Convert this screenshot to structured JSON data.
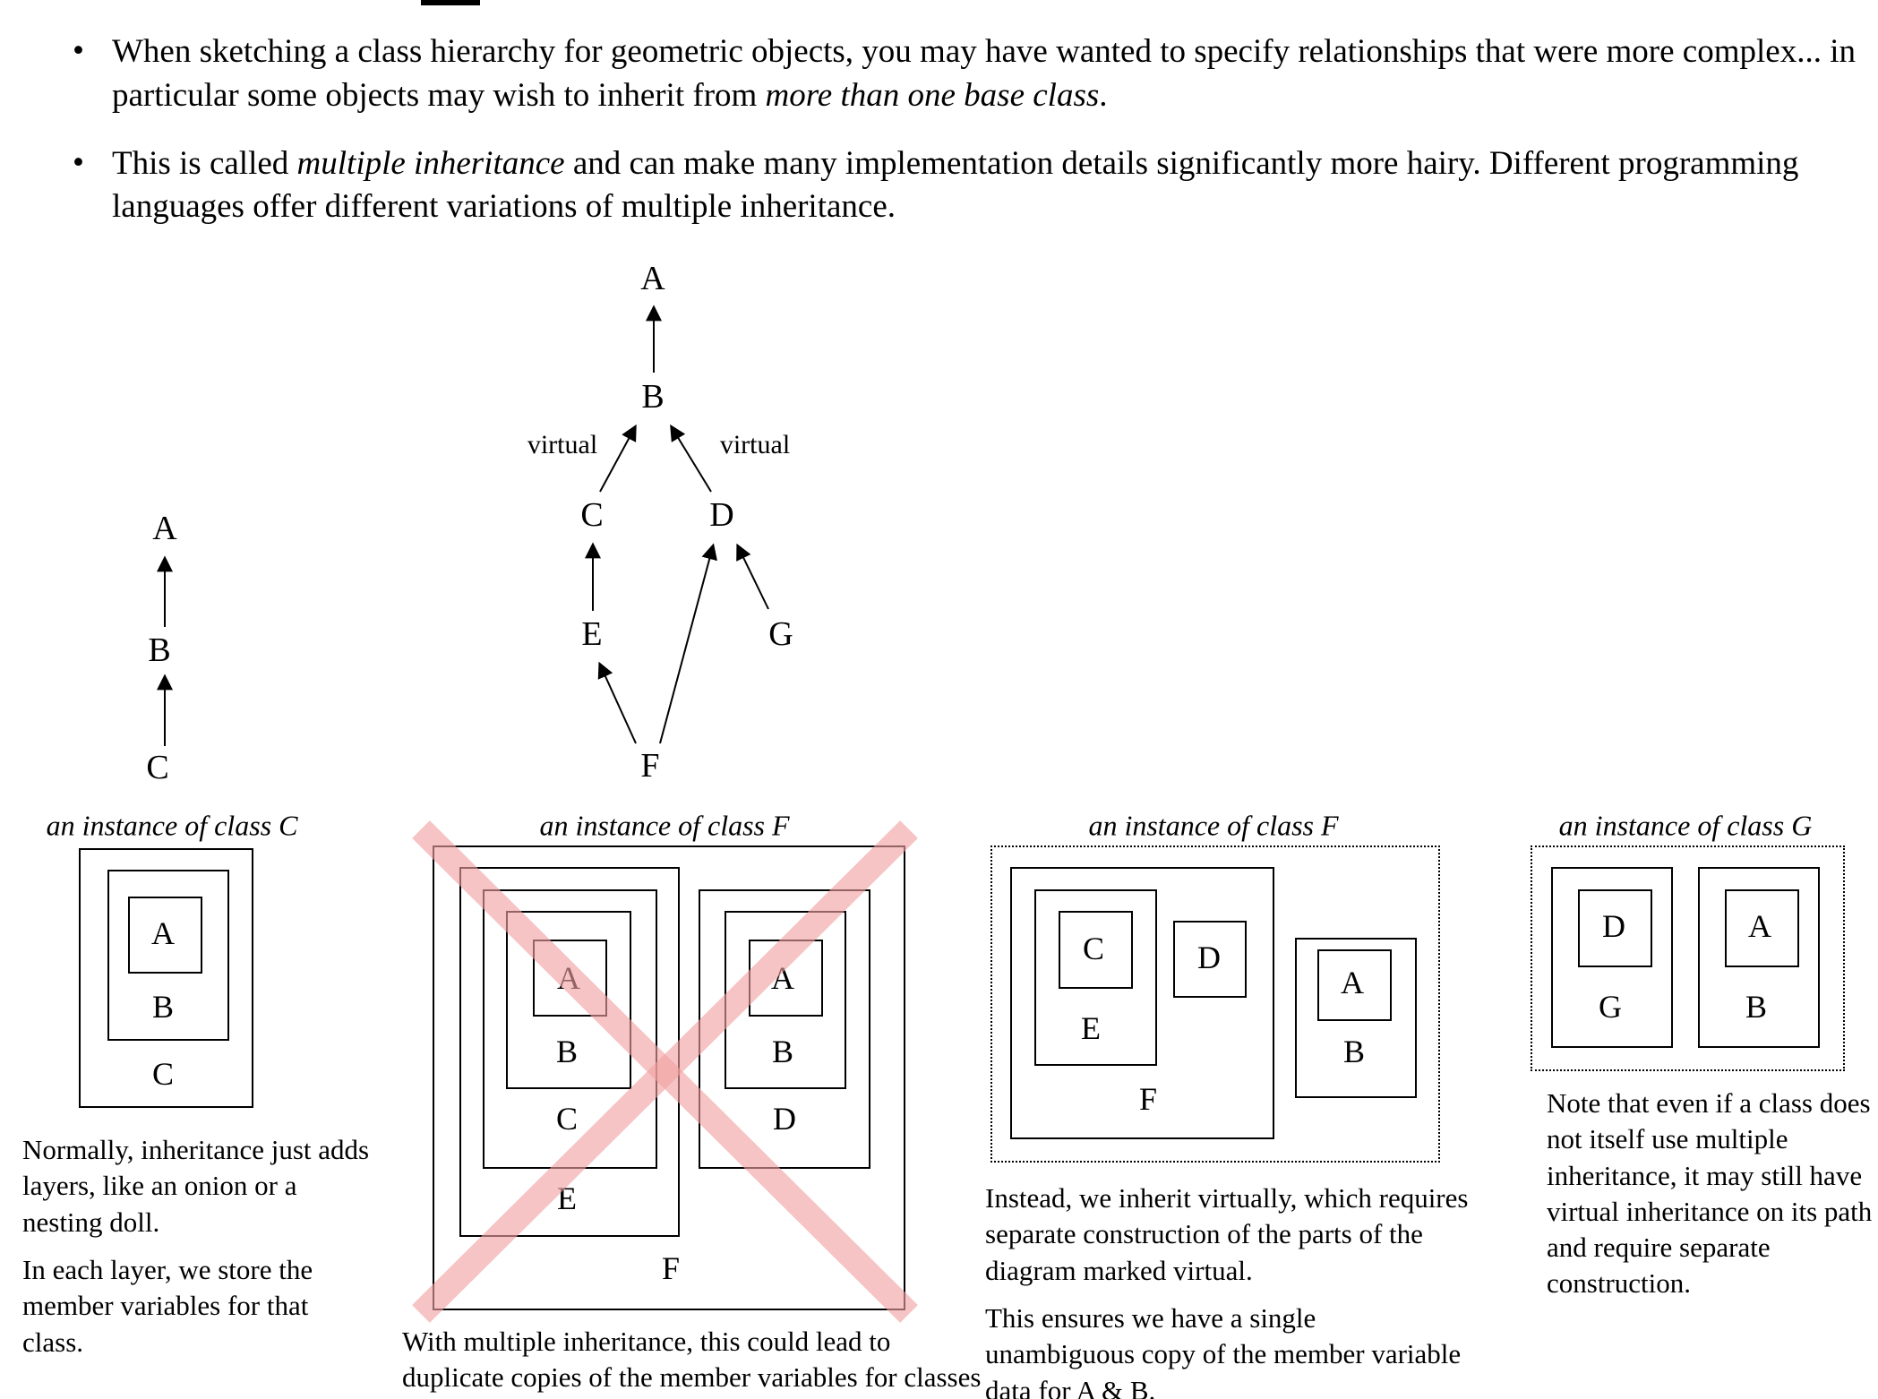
{
  "bullets": {
    "b1_pre": "When sketching a class hierarchy for geometric objects, you may have wanted to specify relationships that were more complex... in particular some objects may wish to inherit from ",
    "b1_em": "more than one base class",
    "b1_post": ".",
    "b2_pre": "This is called ",
    "b2_em": "multiple inheritance",
    "b2_post": " and can make many implementation details significantly more hairy. Different programming languages offer different variations of multiple inheritance."
  },
  "hierarchy": {
    "chain": {
      "a": "A",
      "b": "B",
      "c": "C"
    },
    "diamond": {
      "a": "A",
      "b": "B",
      "c": "C",
      "d": "D",
      "e": "E",
      "f": "F",
      "g": "G",
      "virtual_left": "virtual",
      "virtual_right": "virtual"
    }
  },
  "panel_c": {
    "title": "an instance of class C",
    "a": "A",
    "b": "B",
    "c": "C",
    "caption1": "Normally, inheritance just adds layers, like an onion or a nesting doll.",
    "caption2": "In each layer, we store the member variables for that class."
  },
  "panel_f_duplicate": {
    "title": "an instance of class F",
    "left_a": "A",
    "left_b": "B",
    "left_c": "C",
    "left_e": "E",
    "right_a": "A",
    "right_b": "B",
    "right_d": "D",
    "f": "F",
    "caption": "With multiple inheritance, this could lead to duplicate copies of the member variables for classes A & B."
  },
  "panel_f_virtual": {
    "title": "an instance of class F",
    "c": "C",
    "d": "D",
    "e": "E",
    "f": "F",
    "a": "A",
    "b": "B",
    "caption1": "Instead, we inherit virtually, which requires separate construction of the parts of the diagram marked virtual.",
    "caption2": "This ensures we have a single unambiguous copy of the member variable data for A & B."
  },
  "panel_g": {
    "title": "an instance of class G",
    "d": "D",
    "g": "G",
    "a": "A",
    "b": "B",
    "caption": "Note that even if a class does not itself use multiple inheritance, it may still have virtual inheritance on its path and require separate construction."
  },
  "colors": {
    "cross": "#f0a0a0",
    "line": "#000000"
  }
}
